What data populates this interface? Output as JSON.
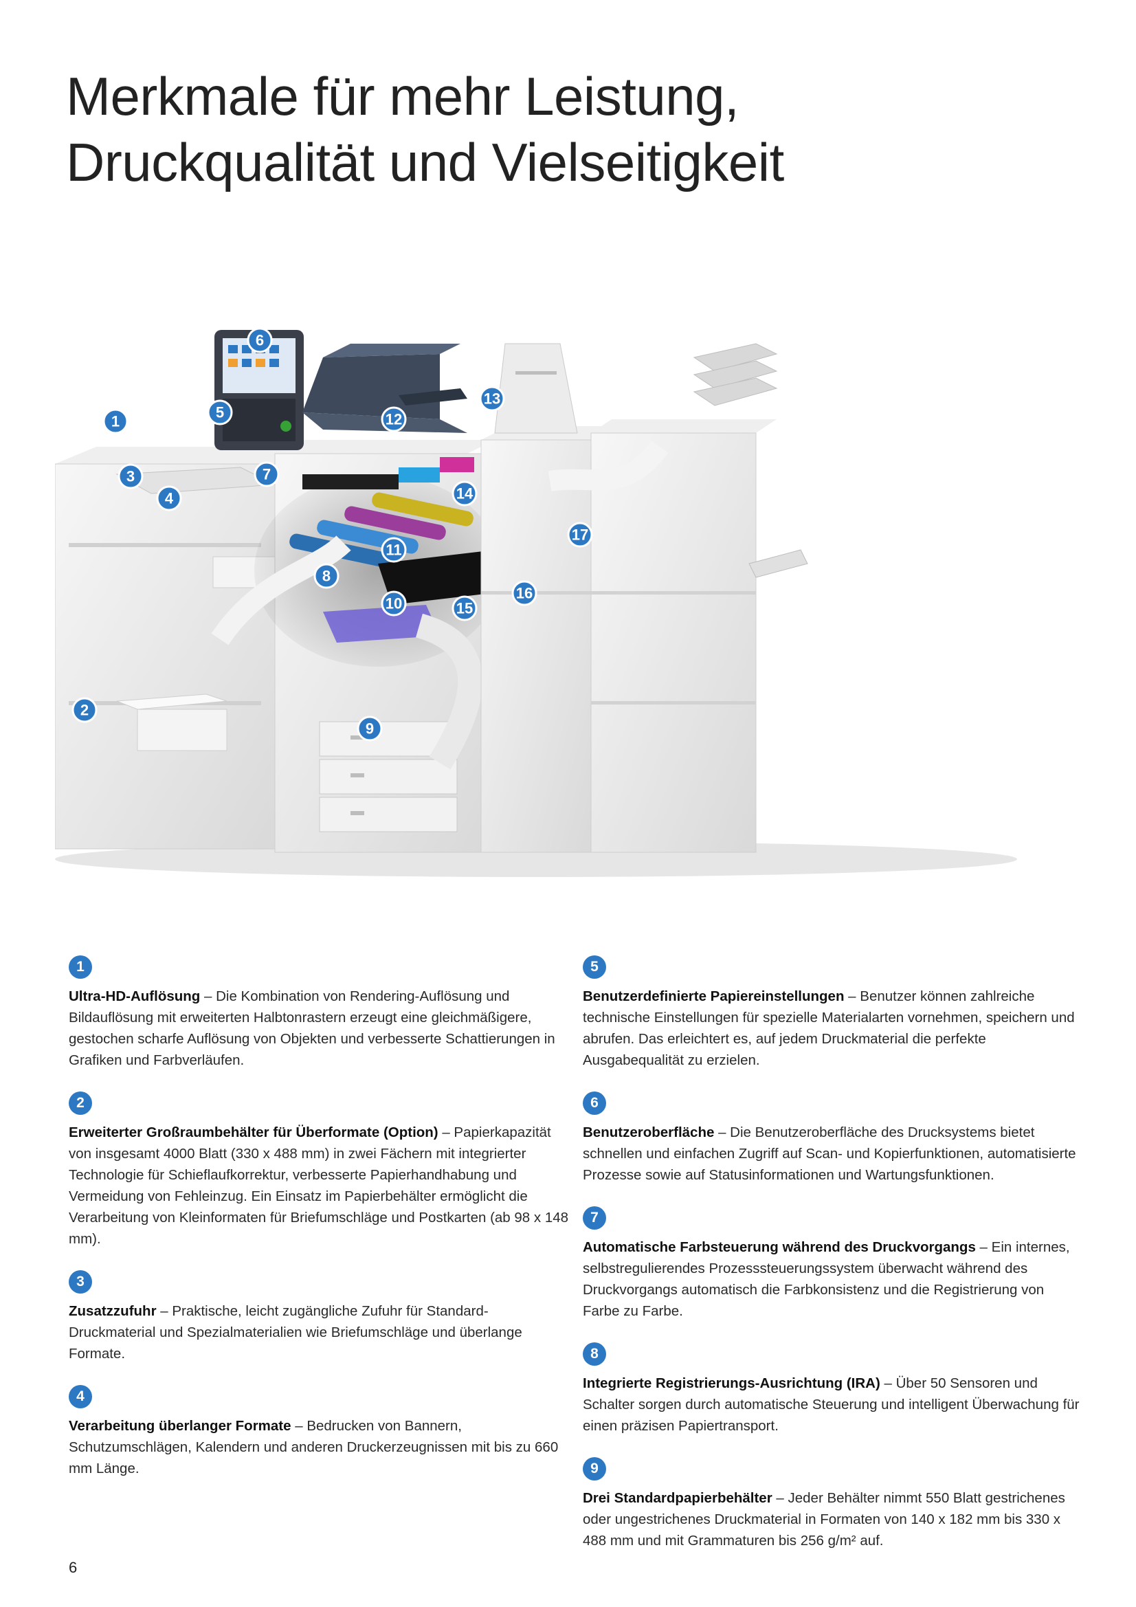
{
  "title": {
    "line1": "Merkmale für mehr Leistung,",
    "line2": "Druckqualität und Vielseitigkeit"
  },
  "figure": {
    "callouts": [
      "1",
      "2",
      "3",
      "4",
      "5",
      "6",
      "7",
      "8",
      "9",
      "10",
      "11",
      "12",
      "13",
      "14",
      "15",
      "16",
      "17"
    ],
    "colors": {
      "callout": "#2d78c3",
      "device": "#eeeeee",
      "scanner": "#3e4a5c"
    }
  },
  "features_left": [
    {
      "number": "1",
      "heading": "Ultra-HD-Auflösung",
      "text": " – Die Kombination von Rendering-Auflösung und Bildauflösung mit erweiterten Halbtonrastern erzeugt eine gleichmäßigere, gestochen scharfe Auflösung von Objekten und verbesserte Schattierungen in Grafiken und Farbverläufen."
    },
    {
      "number": "2",
      "heading": "Erweiterter Großraumbehälter für Überformate (Option)",
      "text": " – Papierkapazität von insgesamt 4000 Blatt (330 x 488 mm) in zwei Fächern mit integrierter Technologie für Schieflaufkorrektur, verbesserte Papierhandhabung und Vermeidung von Fehleinzug. Ein Einsatz im Papierbehälter ermöglicht die Verarbeitung von Kleinformaten für Briefumschläge und Postkarten (ab 98 x 148 mm)."
    },
    {
      "number": "3",
      "heading": "Zusatzzufuhr",
      "text": " – Praktische, leicht zugängliche Zufuhr für Standard-Druckmaterial und Spezialmaterialien wie Briefumschläge und überlange Formate."
    },
    {
      "number": "4",
      "heading": "Verarbeitung überlanger Formate",
      "text": " – Bedrucken von Bannern, Schutzumschlägen, Kalendern und anderen Druckerzeugnissen mit bis zu 660 mm Länge."
    }
  ],
  "features_right": [
    {
      "number": "5",
      "heading": "Benutzerdefinierte Papiereinstellungen",
      "text": " – Benutzer können zahlreiche technische Einstellungen für spezielle Materialarten vornehmen, speichern und abrufen. Das erleichtert es, auf jedem Druckmaterial die perfekte Ausgabequalität zu erzielen."
    },
    {
      "number": "6",
      "heading": "Benutzeroberfläche",
      "text": " – Die Benutzeroberfläche des Drucksystems bietet schnellen und einfachen Zugriff auf Scan- und Kopierfunktionen, automatisierte Prozesse sowie auf Statusinformationen und Wartungsfunktionen."
    },
    {
      "number": "7",
      "heading": "Automatische Farbsteuerung während des Druckvorgangs",
      "text": " – Ein internes, selbstregulierendes Prozesssteuerungssystem überwacht während des Druckvorgangs automatisch die Farbkonsistenz und die Registrierung von Farbe zu Farbe."
    },
    {
      "number": "8",
      "heading": "Integrierte Registrierungs-Ausrichtung (IRA)",
      "text": " – Über 50 Sensoren und Schalter sorgen durch automatische Steuerung und intelligent Überwachung für einen präzisen Papiertransport."
    },
    {
      "number": "9",
      "heading": "Drei Standardpapierbehälter",
      "text": " – Jeder Behälter nimmt 550 Blatt gestrichenes oder ungestrichenes Druckmaterial in Formaten von 140 x 182 mm bis 330 x 488 mm und mit Grammaturen bis 256 g/m² auf."
    }
  ],
  "page_number": "6"
}
